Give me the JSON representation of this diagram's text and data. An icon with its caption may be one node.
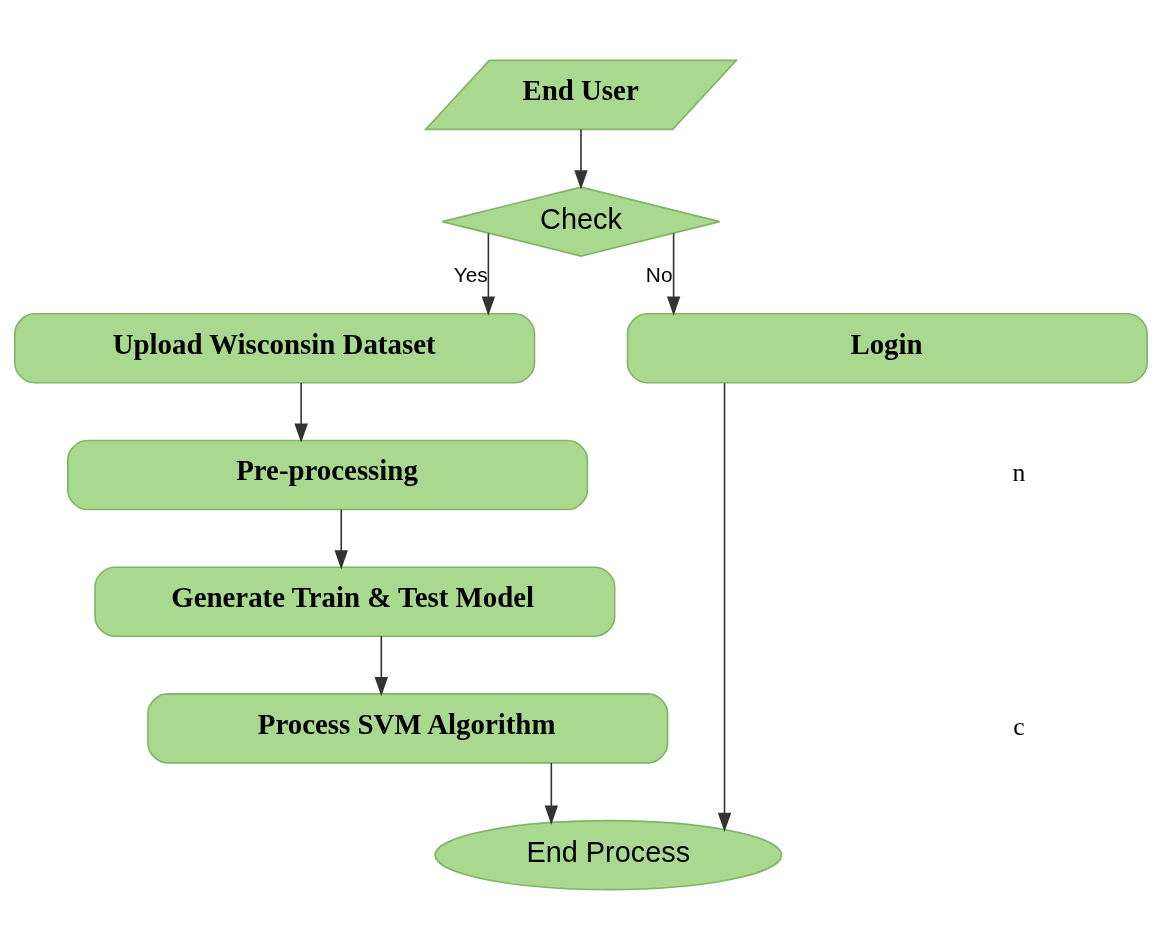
{
  "diagram": {
    "nodes": [
      {
        "text": [
          "End User"
        ]
      },
      {
        "text": [
          "Check"
        ]
      },
      {
        "text": [
          "Upload Wisconsin Dataset"
        ]
      },
      {
        "text": [
          "Login"
        ]
      },
      {
        "text": [
          "Pre-processing"
        ]
      },
      {
        "text": [
          "Generate Train & Test Model"
        ]
      },
      {
        "text": [
          "Process SVM Algorithm"
        ]
      },
      {
        "text": [
          "End Process"
        ]
      }
    ],
    "edges": [
      {
        "from": 0,
        "to": 1,
        "arrow": "to"
      },
      {
        "from": 1,
        "to": 2,
        "arrow": "to",
        "label": "Yes"
      },
      {
        "from": 1,
        "to": 3,
        "arrow": "to",
        "label": "No"
      },
      {
        "from": 2,
        "to": 4,
        "arrow": "to"
      },
      {
        "from": 4,
        "to": 5,
        "arrow": "to"
      },
      {
        "from": 5,
        "to": 6,
        "arrow": "to"
      },
      {
        "from": 6,
        "to": 7,
        "arrow": "to"
      },
      {
        "from": 3,
        "to": 7,
        "arrow": "to"
      }
    ],
    "labels": [
      "n",
      "c"
    ]
  }
}
